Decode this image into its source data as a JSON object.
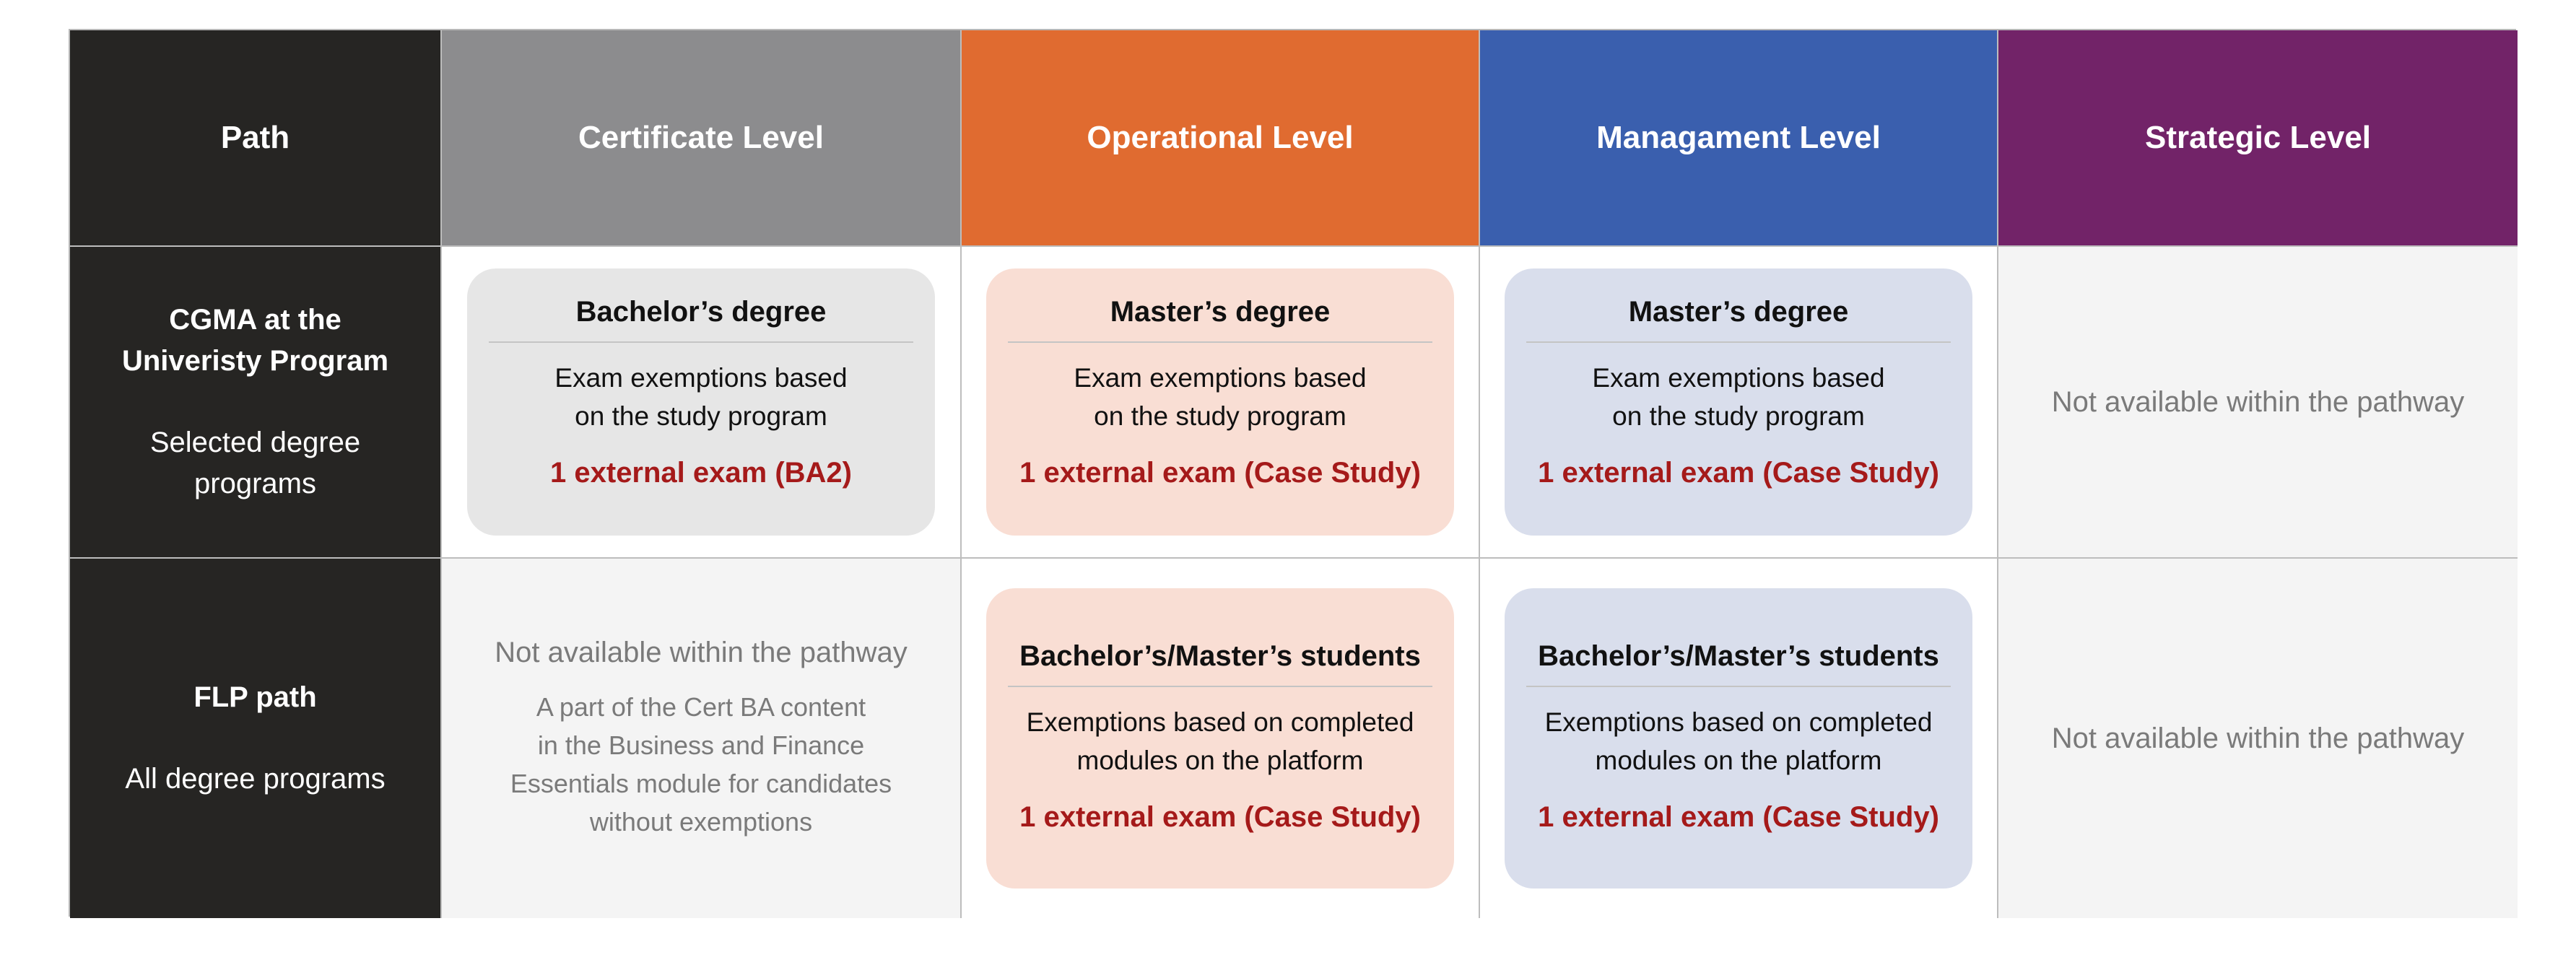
{
  "headers": {
    "path": "Path",
    "certificate": "Certificate Level",
    "operational": "Operational Level",
    "management": "Managament Level",
    "strategic": "Strategic Level"
  },
  "rows": [
    {
      "title_line1": "CGMA at the",
      "title_line2": "Univeristy Program",
      "sub_line1": "Selected degree",
      "sub_line2": "programs",
      "certificate": {
        "title": "Bachelor’s degree",
        "body_line1": "Exam exemptions based",
        "body_line2": "on the study program",
        "exam": "1 external exam (BA2)"
      },
      "operational": {
        "title": "Master’s degree",
        "body_line1": "Exam exemptions based",
        "body_line2": "on the study program",
        "exam": "1 external exam (Case Study)"
      },
      "management": {
        "title": "Master’s degree",
        "body_line1": "Exam exemptions based",
        "body_line2": "on the study program",
        "exam": "1 external exam (Case Study)"
      },
      "strategic": {
        "not_available": "Not available within the pathway"
      }
    },
    {
      "title_line1": "FLP path",
      "sub_line1": "All degree programs",
      "certificate": {
        "not_available": "Not available within the pathway",
        "note_line1": "A part of the Cert BA content",
        "note_line2": "in the Business and Finance",
        "note_line3": "Essentials module for candidates",
        "note_line4": "without exemptions"
      },
      "operational": {
        "title": "Bachelor’s/Master’s students",
        "body_line1": "Exemptions based on completed",
        "body_line2": "modules on the platform",
        "exam": "1 external exam (Case Study)"
      },
      "management": {
        "title": "Bachelor’s/Master’s students",
        "body_line1": "Exemptions based on completed",
        "body_line2": "modules on the platform",
        "exam": "1 external exam (Case Study)"
      },
      "strategic": {
        "not_available": "Not available within the pathway"
      }
    }
  ],
  "colors": {
    "path_header": "#262523",
    "certificate_header": "#8c8c8e",
    "operational_header": "#e06b30",
    "management_header": "#3a5fae",
    "strategic_header": "#722368",
    "exam_text": "#a51a1a",
    "certificate_card": "#e6e6e6",
    "operational_card": "#f9ded4",
    "management_card": "#d9deec"
  }
}
